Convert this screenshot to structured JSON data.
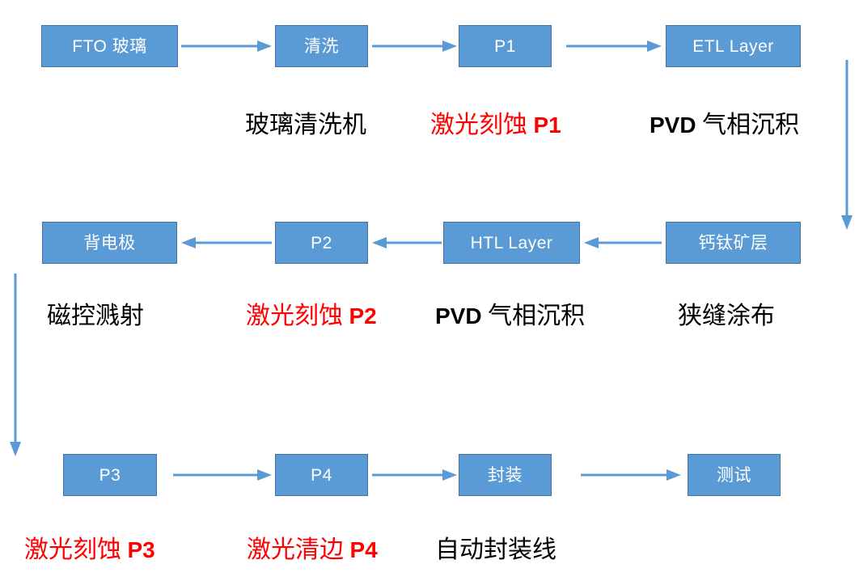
{
  "diagram": {
    "title": "Perovskite solar module production process flow",
    "accent_color": "#5B9BD5",
    "border_color": "#41719C",
    "highlight_color": "#FF0000",
    "text_color": "#000000",
    "node_text_color": "#FFFFFF"
  },
  "rows": [
    {
      "id": "row-1",
      "direction": "left-to-right",
      "nodes": [
        {
          "label": "FTO 玻璃",
          "caption": "",
          "caption_color": ""
        },
        {
          "label": "清洗",
          "caption": "玻璃清洗机",
          "caption_color": "#000000"
        },
        {
          "label": "P1",
          "caption_cjk": "激光刻蚀",
          "caption_latin": "P1",
          "caption": "激光刻蚀 P1",
          "caption_color": "#FF0000"
        },
        {
          "label": "ETL Layer",
          "caption_cjk": "气相沉积",
          "caption_latin": "PVD",
          "caption": "PVD 气相沉积",
          "caption_color": "#000000"
        }
      ]
    },
    {
      "id": "row-2",
      "direction": "right-to-left",
      "nodes": [
        {
          "label": "背电极",
          "caption": "磁控溅射",
          "caption_color": "#000000"
        },
        {
          "label": "P2",
          "caption_cjk": "激光刻蚀",
          "caption_latin": "P2",
          "caption": "激光刻蚀 P2",
          "caption_color": "#FF0000"
        },
        {
          "label": "HTL Layer",
          "caption_cjk": "气相沉积",
          "caption_latin": "PVD",
          "caption": "PVD 气相沉积",
          "caption_color": "#000000"
        },
        {
          "label": "钙钛矿层",
          "caption": "狭缝涂布",
          "caption_color": "#000000"
        }
      ]
    },
    {
      "id": "row-3",
      "direction": "left-to-right",
      "nodes": [
        {
          "label": "P3",
          "caption_cjk": "激光刻蚀",
          "caption_latin": "P3",
          "caption": "激光刻蚀 P3",
          "caption_color": "#FF0000"
        },
        {
          "label": "P4",
          "caption_cjk": "激光清边",
          "caption_latin": "P4",
          "caption": "激光清边 P4",
          "caption_color": "#FF0000"
        },
        {
          "label": "封装",
          "caption": "自动封装线",
          "caption_color": "#000000"
        },
        {
          "label": "测试",
          "caption": "",
          "caption_color": ""
        }
      ]
    }
  ],
  "captions": {
    "r1c2": "玻璃清洗机",
    "r1c3_cjk": "激光刻蚀",
    "r1c3_lat": "P1",
    "r1c4_lat": "PVD",
    "r1c4_cjk": "气相沉积",
    "r2c1": "磁控溅射",
    "r2c2_cjk": "激光刻蚀",
    "r2c2_lat": "P2",
    "r2c3_lat": "PVD",
    "r2c3_cjk": "气相沉积",
    "r2c4": "狭缝涂布",
    "r3c1_cjk": "激光刻蚀",
    "r3c1_lat": "P3",
    "r3c2_cjk": "激光清边",
    "r3c2_lat": "P4",
    "r3c3": "自动封装线"
  },
  "nodes": {
    "fto": "FTO 玻璃",
    "clean": "清洗",
    "p1": "P1",
    "etl": "ETL Layer",
    "back_electrode": "背电极",
    "p2": "P2",
    "htl": "HTL Layer",
    "perovskite": "钙钛矿层",
    "p3": "P3",
    "p4": "P4",
    "encapsulation": "封装",
    "test": "测试"
  }
}
